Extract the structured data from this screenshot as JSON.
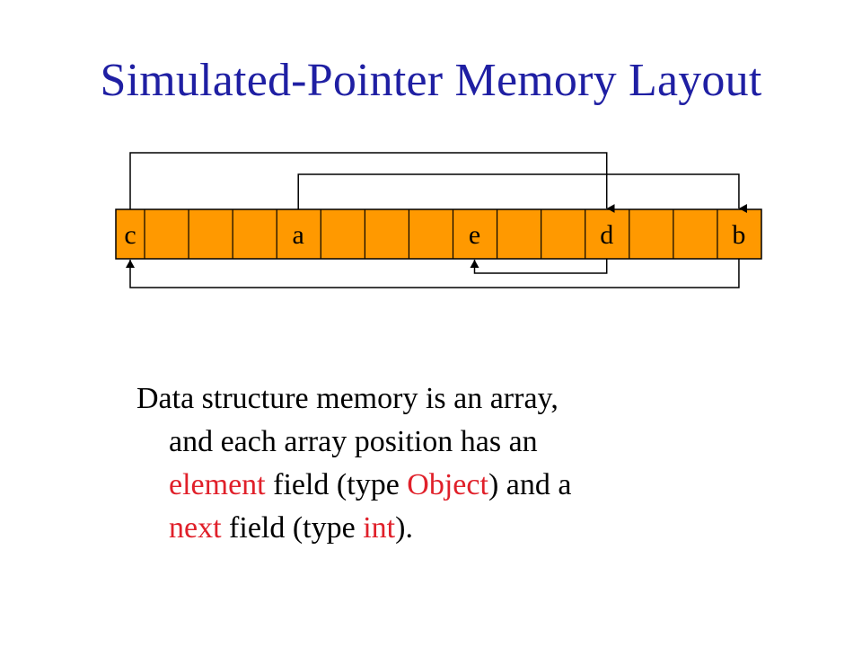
{
  "title": "Simulated-Pointer Memory Layout",
  "array": {
    "cell_count": 15,
    "cells": [
      "c",
      "",
      "",
      "",
      "a",
      "",
      "",
      "",
      "e",
      "",
      "",
      "d",
      "",
      "",
      "b"
    ],
    "fill_color": "#ff9900"
  },
  "links": [
    {
      "from": "c",
      "to": "d"
    },
    {
      "from": "a",
      "to": "b"
    },
    {
      "from": "d",
      "to": "e"
    },
    {
      "from": "b",
      "to": "c"
    }
  ],
  "description": {
    "line1": "Data structure memory is an array,",
    "line2": "and each array position has an",
    "line3_a": "element",
    "line3_b": " field (type ",
    "line3_c": "Object",
    "line3_d": ") and a",
    "line4_a": "next",
    "line4_b": " field (type ",
    "line4_c": "int",
    "line4_d": ")."
  },
  "colors": {
    "title": "#1f1fa3",
    "highlight": "#e0202a",
    "cell_fill": "#ff9900"
  }
}
